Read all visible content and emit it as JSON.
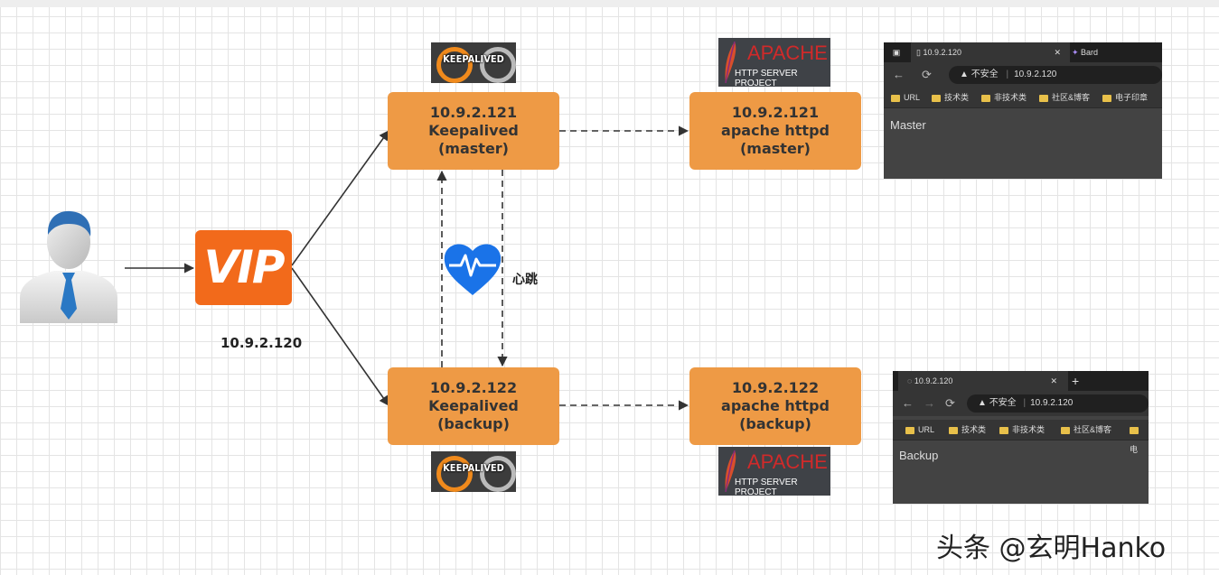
{
  "topology": {
    "vip": {
      "text": "VIP",
      "ip": "10.9.2.120"
    },
    "keepalived_master": {
      "ip": "10.9.2.121",
      "service": "Keepalived",
      "role": "(master)"
    },
    "keepalived_backup": {
      "ip": "10.9.2.122",
      "service": "Keepalived",
      "role": "(backup)"
    },
    "apache_master": {
      "ip": "10.9.2.121",
      "service": "apache httpd",
      "role": "(master)"
    },
    "apache_backup": {
      "ip": "10.9.2.122",
      "service": "apache httpd",
      "role": "(backup)"
    },
    "heartbeat_label": "心跳"
  },
  "logos": {
    "keepalived": "KEEPALIVED",
    "apache_big": "APACHE",
    "apache_small": "HTTP SERVER PROJECT"
  },
  "browser_master": {
    "tab_title": "10.9.2.120",
    "tab2_title": "Bard",
    "security": "不安全",
    "url": "10.9.2.120",
    "bookmarks": [
      "URL",
      "技术类",
      "非技术类",
      "社区&博客",
      "电子印章"
    ],
    "content": "Master"
  },
  "browser_backup": {
    "tab_title": "10.9.2.120",
    "new_tab": "+",
    "security": "不安全",
    "url": "10.9.2.120",
    "bookmarks": [
      "URL",
      "技术类",
      "非技术类",
      "社区&博客",
      "电"
    ],
    "content": "Backup"
  },
  "watermark": "头条 @玄明Hanko",
  "colors": {
    "node_fill": "#ee9a45",
    "vip_fill": "#f26a1b",
    "heart": "#1a73e8"
  }
}
